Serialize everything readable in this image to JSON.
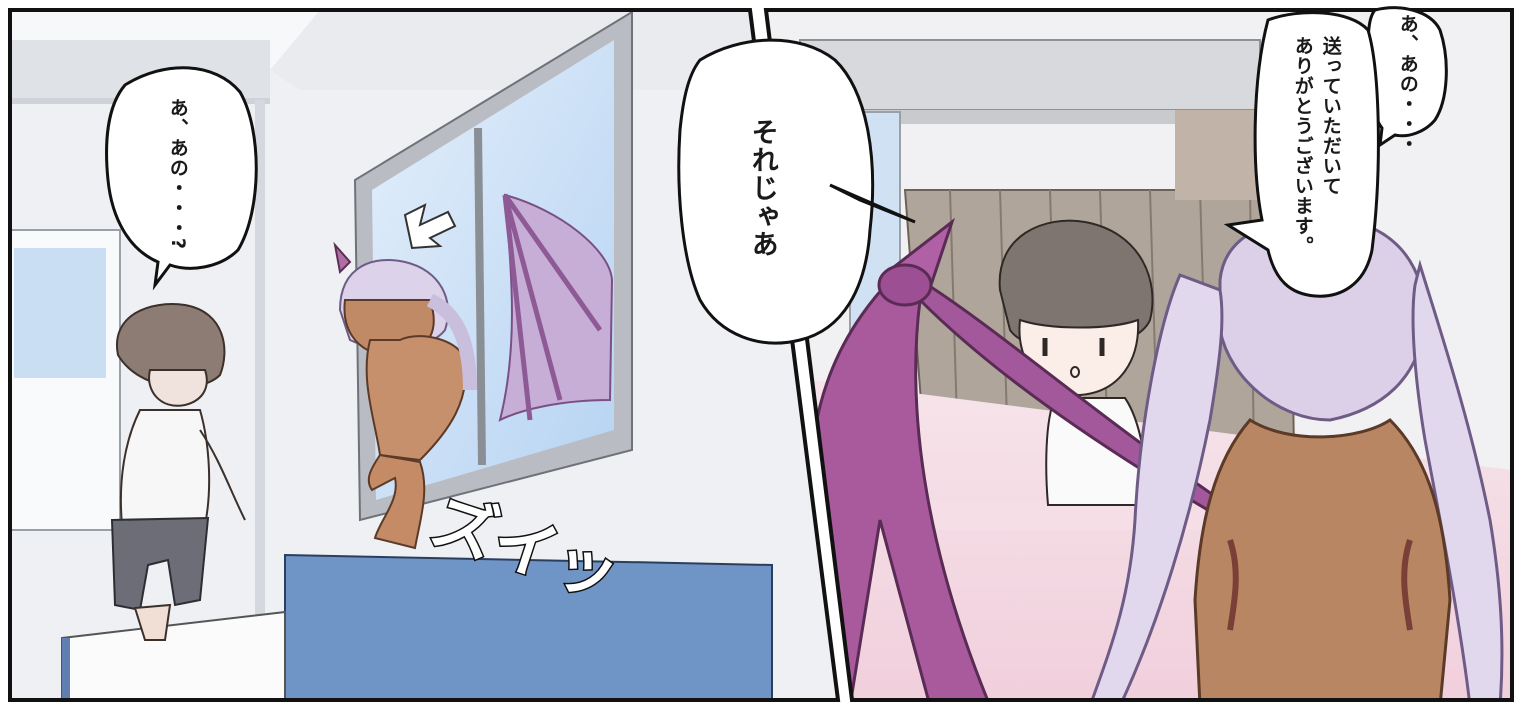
{
  "panels": [
    {
      "id": "left",
      "bubbles": [
        {
          "lines": [
            "あ、あの・・・?"
          ]
        }
      ],
      "sfx": "ズイッ"
    },
    {
      "id": "right",
      "bubbles": [
        {
          "lines": [
            "それじゃあ"
          ]
        },
        {
          "lines": [
            "あ、あの・・・"
          ]
        },
        {
          "lines": [
            "送っていただいて",
            "ありがとうございます。"
          ]
        }
      ]
    }
  ],
  "colors": {
    "wall": "#eef0f3",
    "sky": "#bcd8f4",
    "wing_purple": "#9a5a98",
    "hair_lavender": "#d8cde6",
    "blue_furniture": "#6f95c6",
    "pink_floor": "#f3d9e3",
    "border": "#111111"
  }
}
